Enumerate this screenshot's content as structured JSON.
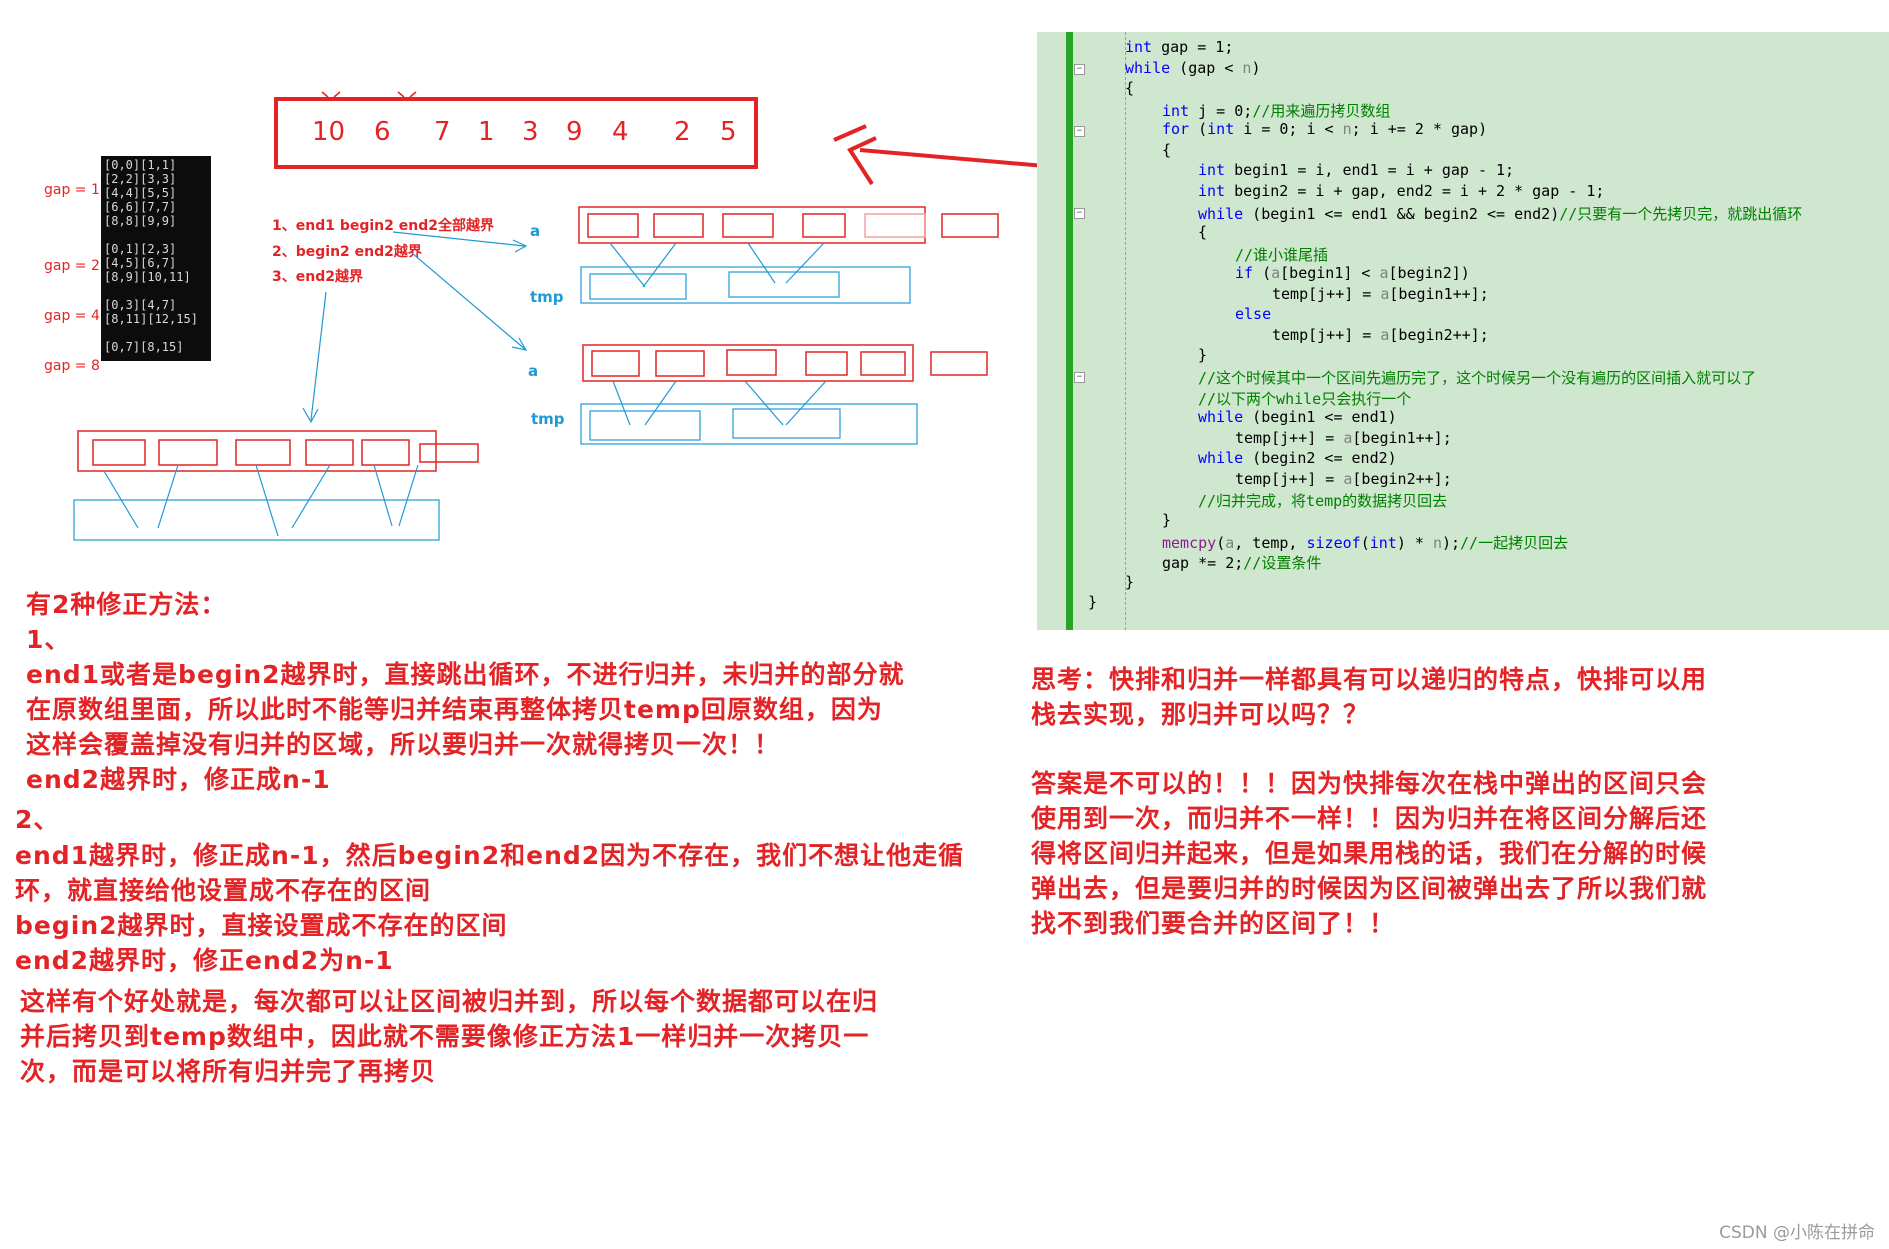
{
  "array": [
    "10",
    "6",
    "7",
    "1",
    "3",
    "9",
    "4",
    "2",
    "5"
  ],
  "console_lines": [
    "[0,0][1,1]",
    "[2,2][3,3]",
    "[4,4][5,5]",
    "[6,6][7,7]",
    "[8,8][9,9]",
    "",
    "[0,1][2,3]",
    "[4,5][6,7]",
    "[8,9][10,11]",
    "",
    "[0,3][4,7]",
    "[8,11][12,15]",
    "",
    "[0,7][8,15]"
  ],
  "gap_labels": [
    "gap = 1",
    "gap = 2",
    "gap = 4",
    "gap = 8"
  ],
  "cases": [
    "1、end1 begin2 end2全部越界",
    "2、begin2 end2越界",
    "3、end2越界"
  ],
  "labels": {
    "a": "a",
    "tmp": "tmp"
  },
  "code_lines": [
    "int gap = 1;",
    "while (gap < n)",
    "{",
    "int j = 0;//用来遍历拷贝数组",
    "for (int i = 0; i < n; i += 2 * gap)",
    "{",
    "int begin1 = i, end1 = i + gap - 1;",
    "int begin2 = i + gap, end2 = i + 2 * gap - 1;",
    "while (begin1 <= end1 && begin2 <= end2)//只要有一个先拷贝完，就跳出循环",
    "{",
    "//谁小谁尾插",
    "if (a[begin1] < a[begin2])",
    "temp[j++] = a[begin1++];",
    "else",
    "temp[j++] = a[begin2++];",
    "}",
    "//这个时候其中一个区间先遍历完了，这个时候另一个没有遍历的区间插入就可以了",
    "//以下两个while只会执行一个",
    "while (begin1 <= end1)",
    "temp[j++] = a[begin1++];",
    "while (begin2 <= end2)",
    "temp[j++] = a[begin2++];",
    "//归并完成，将temp的数据拷贝回去",
    "}",
    "memcpy(a, temp, sizeof(int) * n);//一起拷贝回去",
    "gap *= 2;//设置条件",
    "}",
    "}"
  ],
  "notes_left": [
    "有2种修正方法：",
    "1、",
    "end1或者是begin2越界时，直接跳出循环，不进行归并，未归并的部分就",
    "在原数组里面，所以此时不能等归并结束再整体拷贝temp回原数组，因为",
    "这样会覆盖掉没有归并的区域，所以要归并一次就得拷贝一次！！",
    "end2越界时，修正成n-1",
    "2、",
    "end1越界时，修正成n-1，然后begin2和end2因为不存在，我们不想让他走循",
    "环，就直接给他设置成不存在的区间",
    "begin2越界时，直接设置成不存在的区间",
    "end2越界时，修正end2为n-1",
    "这样有个好处就是，每次都可以让区间被归并到，所以每个数据都可以在归",
    "并后拷贝到temp数组中，因此就不需要像修正方法1一样归并一次拷贝一",
    "次，而是可以将所有归并完了再拷贝"
  ],
  "notes_right": [
    "思考：快排和归并一样都具有可以递归的特点，快排可以用",
    "栈去实现，那归并可以吗？？",
    "",
    "答案是不可以的！！！因为快排每次在栈中弹出的区间只会",
    "使用到一次，而归并不一样！！因为归并在将区间分解后还",
    "得将区间归并起来，但是如果用栈的话，我们在分解的时候",
    "弹出去，但是要归并的时候因为区间被弹出去了所以我们就",
    "找不到我们要合并的区间了！！"
  ],
  "watermark": "CSDN @小陈在拼命",
  "colors": {
    "red": "#e32426",
    "blue": "#1f9ad6",
    "code_bg": "#cfe6cf",
    "gutter": "#27a527"
  }
}
